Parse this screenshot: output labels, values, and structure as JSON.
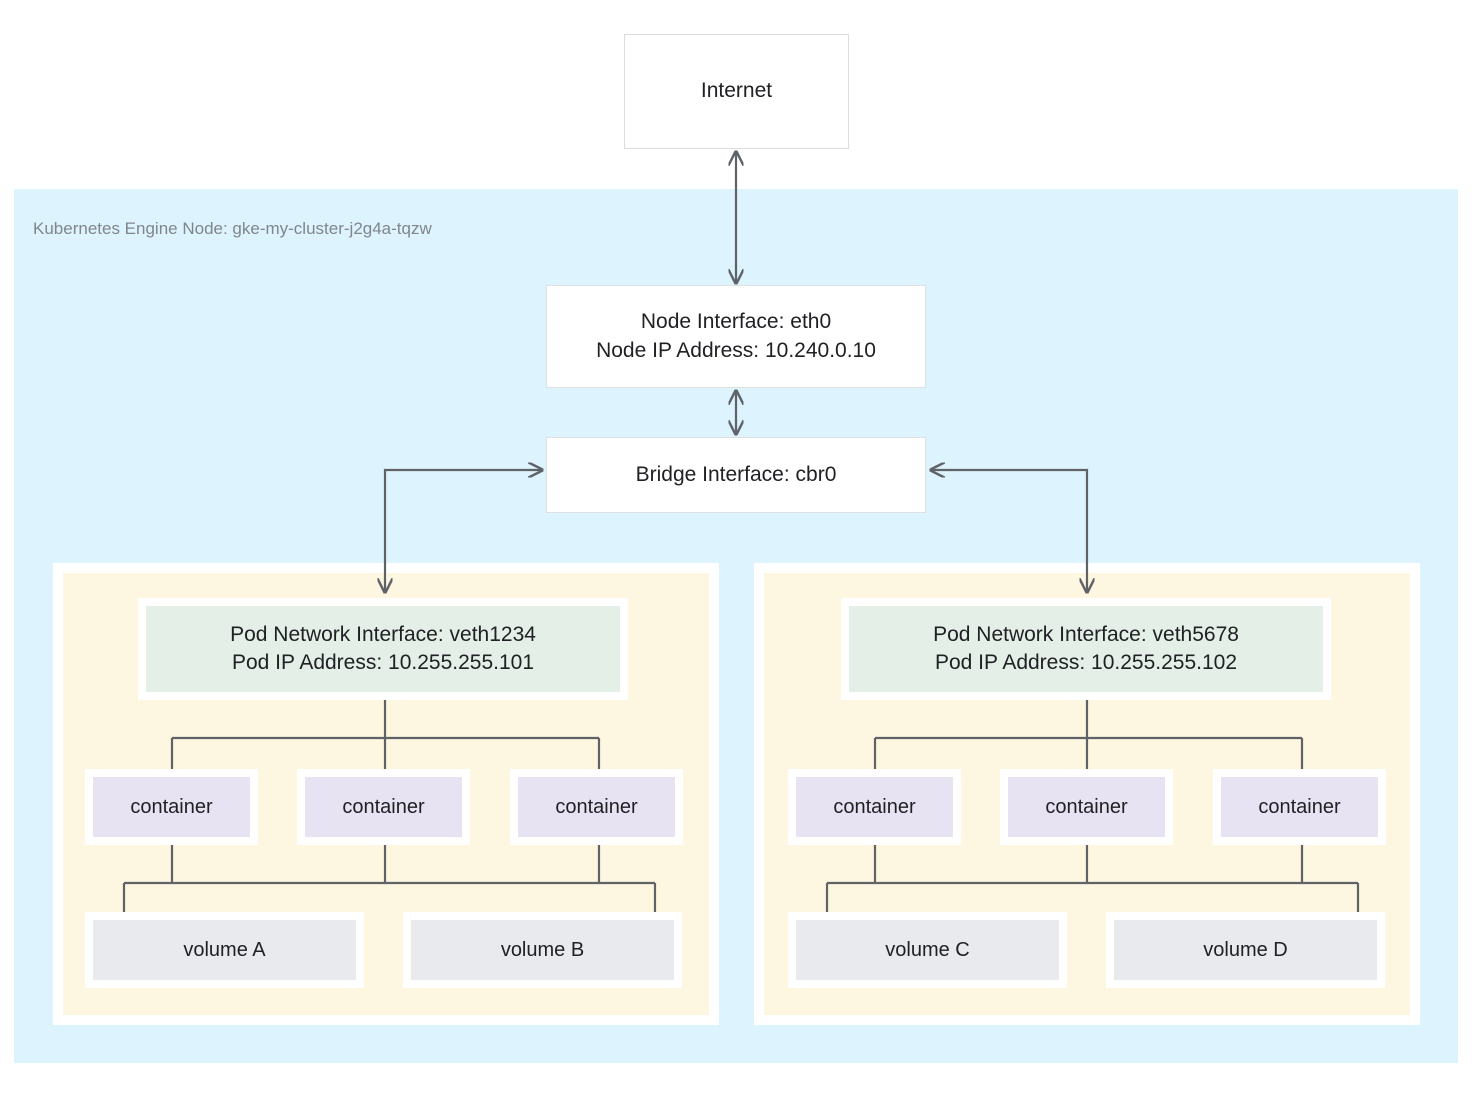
{
  "diagram": {
    "title_node": "Kubernetes Engine Node: gke-my-cluster-j2g4a-tqzw",
    "internet": {
      "label": "Internet"
    },
    "node_interface": {
      "line1": "Node Interface: eth0",
      "line2": "Node IP Address: 10.240.0.10"
    },
    "bridge": {
      "label": "Bridge Interface: cbr0"
    },
    "pods": [
      {
        "id": "pod-left",
        "network_interface": "Pod Network Interface: veth1234",
        "ip_address": "Pod IP Address: 10.255.255.101",
        "containers": [
          {
            "label": "container"
          },
          {
            "label": "container"
          },
          {
            "label": "container"
          }
        ],
        "volumes": [
          {
            "label": "volume A"
          },
          {
            "label": "volume B"
          }
        ]
      },
      {
        "id": "pod-right",
        "network_interface": "Pod Network Interface: veth5678",
        "ip_address": "Pod IP Address: 10.255.255.102",
        "containers": [
          {
            "label": "container"
          },
          {
            "label": "container"
          },
          {
            "label": "container"
          }
        ],
        "volumes": [
          {
            "label": "volume C"
          },
          {
            "label": "volume D"
          }
        ]
      }
    ],
    "colors": {
      "node_region": "#ddf3fd",
      "pod_region": "#fdf6e0",
      "pod_network": "#e3efe7",
      "container": "#e8e3f3",
      "volume": "#e8eaed",
      "connector": "#5f6368",
      "text": "#202124",
      "muted_text": "#80868b",
      "box_border": "#dadce0"
    }
  }
}
